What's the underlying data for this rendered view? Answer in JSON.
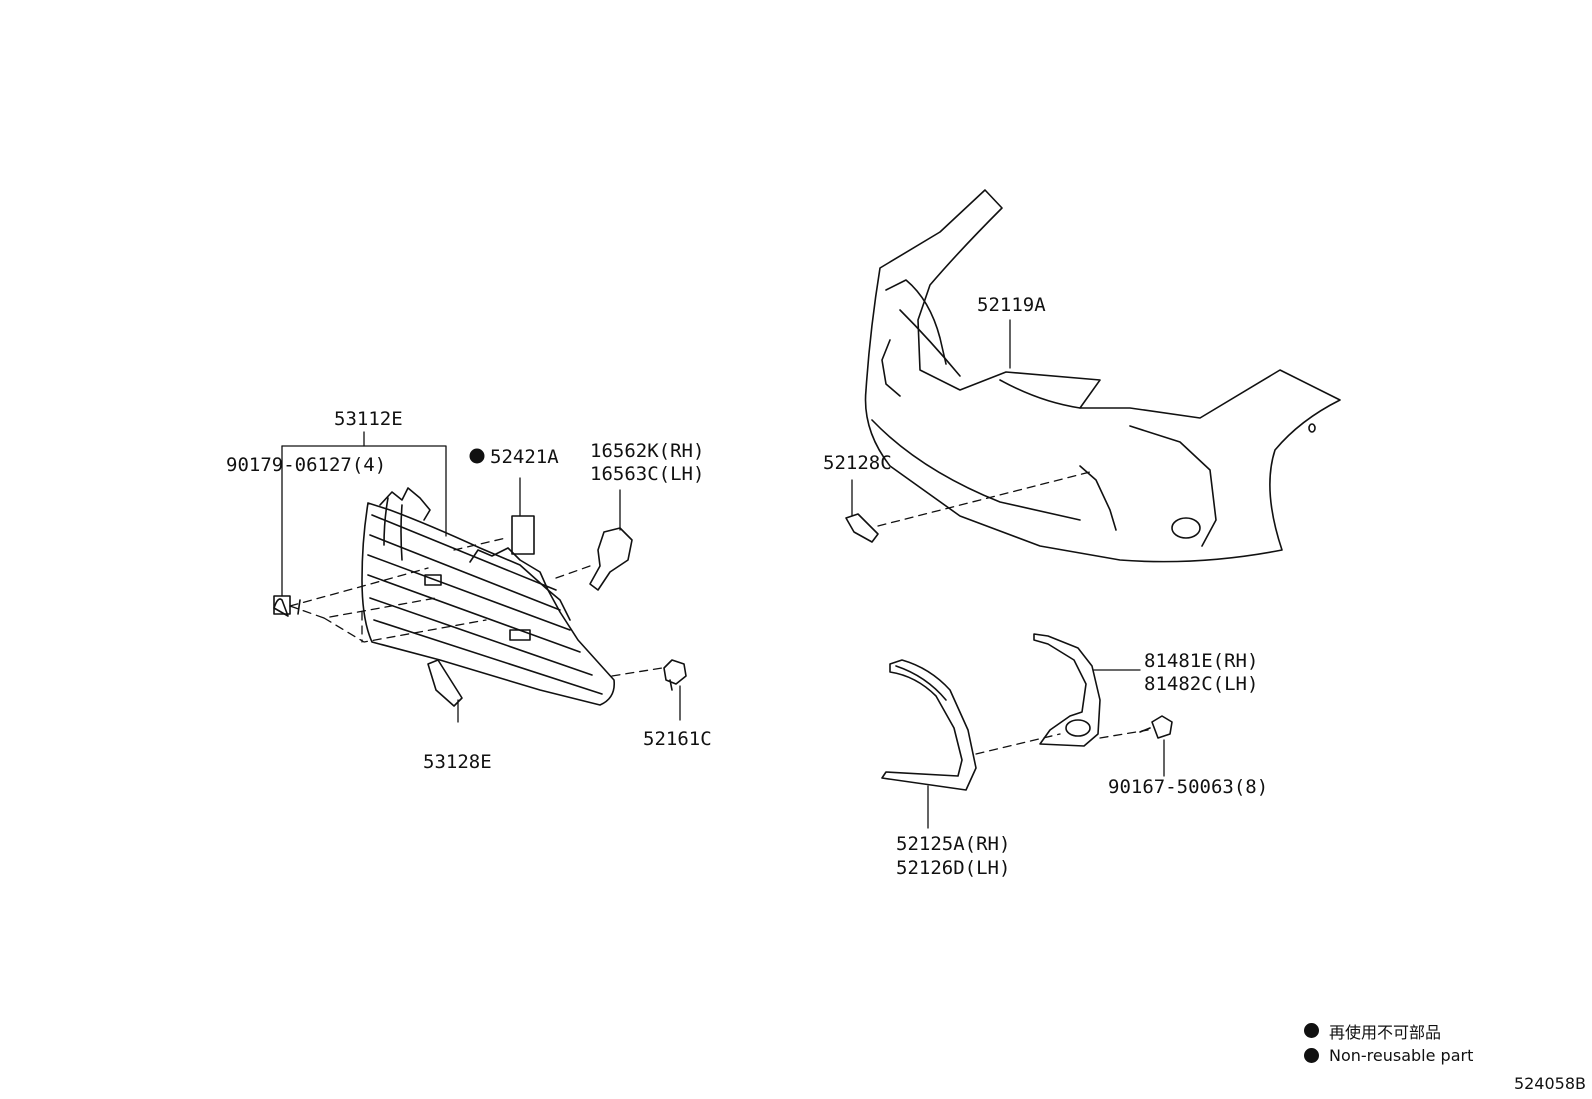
{
  "parts": {
    "p53112E": "53112E",
    "p90179": "90179-06127(4)",
    "p52421A": "52421A",
    "p16562K": "16562K(RH)",
    "p16563C": "16563C(LH)",
    "p52161C": "52161C",
    "p53128E": "53128E",
    "p52119A": "52119A",
    "p52128C": "52128C",
    "p81481E": "81481E(RH)",
    "p81482C": "81482C(LH)",
    "p90167": "90167-50063(8)",
    "p52125A": "52125A(RH)",
    "p52126D": "52126D(LH)"
  },
  "legend": {
    "jp": "再使用不可部品",
    "en": "Non-reusable part"
  },
  "diagram_code": "524058B"
}
